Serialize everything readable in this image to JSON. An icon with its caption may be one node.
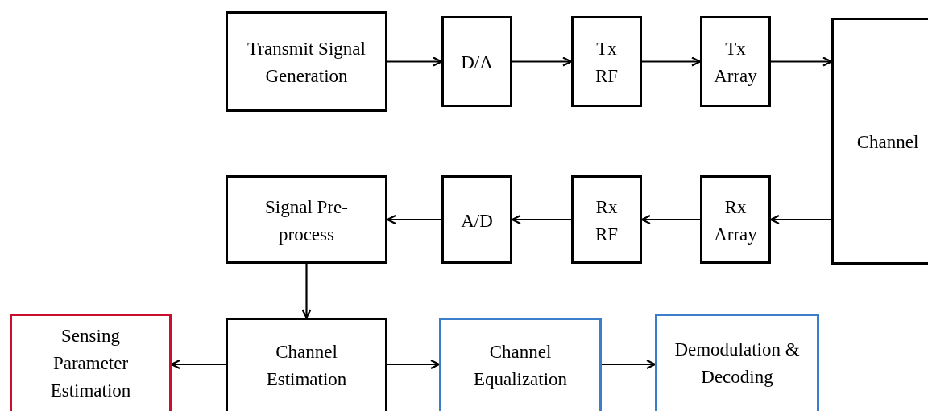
{
  "diagram": {
    "nodes": [
      {
        "text": [
          "Transmit Signal Generation"
        ]
      },
      {
        "text": [
          "D/A"
        ]
      },
      {
        "text": [
          "Tx RF"
        ]
      },
      {
        "text": [
          "Tx Array"
        ]
      },
      {
        "text": [
          "Channel"
        ]
      },
      {
        "text": [
          "Signal Pre-process"
        ]
      },
      {
        "text": [
          "A/D"
        ]
      },
      {
        "text": [
          "Rx RF"
        ]
      },
      {
        "text": [
          "Rx Array"
        ]
      },
      {
        "text": [
          "Sensing Parameter Estimation"
        ]
      },
      {
        "text": [
          "Channel Estimation"
        ]
      },
      {
        "text": [
          "Channel Equalization"
        ]
      },
      {
        "text": [
          "Demodulation & Decoding"
        ]
      }
    ],
    "edges": [
      {
        "from": 0,
        "to": 1,
        "arrow": "to"
      },
      {
        "from": 1,
        "to": 2,
        "arrow": "to"
      },
      {
        "from": 2,
        "to": 3,
        "arrow": "to"
      },
      {
        "from": 3,
        "to": 4,
        "arrow": "to"
      },
      {
        "from": 4,
        "to": 8,
        "arrow": "to"
      },
      {
        "from": 8,
        "to": 7,
        "arrow": "to"
      },
      {
        "from": 7,
        "to": 6,
        "arrow": "to"
      },
      {
        "from": 6,
        "to": 5,
        "arrow": "to"
      },
      {
        "from": 5,
        "to": 10,
        "arrow": "to"
      },
      {
        "from": 10,
        "to": 9,
        "arrow": "to"
      },
      {
        "from": 10,
        "to": 11,
        "arrow": "to"
      },
      {
        "from": 11,
        "to": 12,
        "arrow": "to"
      }
    ]
  }
}
